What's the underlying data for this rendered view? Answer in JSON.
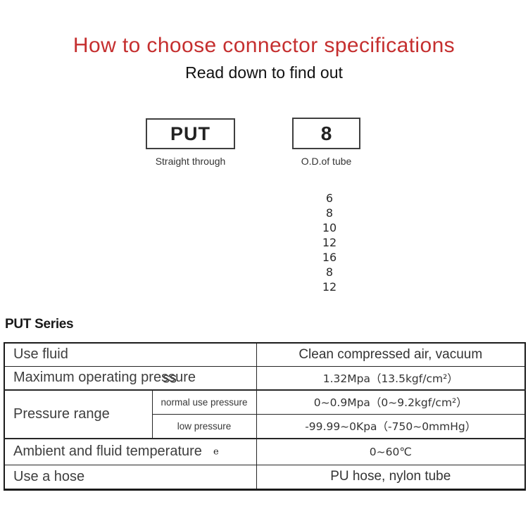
{
  "header": {
    "title": "How to choose connector specifications",
    "title_color": "#c52f2f",
    "subtitle": "Read down to find out"
  },
  "selector": {
    "model_box": {
      "label": "PUT",
      "caption": "Straight through"
    },
    "size_box": {
      "label": "8",
      "caption": "O.D.of tube"
    },
    "size_options": [
      "6",
      "8",
      "10",
      "12",
      "16",
      "8",
      "12"
    ]
  },
  "series": {
    "heading": "PUT Series"
  },
  "spec_table": {
    "accent_bg": "#f6eee0",
    "border_color": "#1b1b1b",
    "rows": [
      {
        "label": "Use fluid",
        "value": "Clean compressed air, vacuum"
      },
      {
        "label": "Maximum operating pressure",
        "artifact": "ss",
        "value": "1.32Mpa（13.5kgf/cm²）"
      },
      {
        "label": "Pressure range",
        "sub": [
          {
            "label": "normal use pressure",
            "value": "0~0.9Mpa（0~9.2kgf/cm²）"
          },
          {
            "label": "low pressure",
            "value": "-99.99~0Kpa（-750~0mmHg）"
          }
        ]
      },
      {
        "label": "Ambient and fluid temperature",
        "artifact": "e",
        "value": "0~60℃"
      },
      {
        "label": "Use a hose",
        "value": "PU hose, nylon tube"
      }
    ]
  }
}
